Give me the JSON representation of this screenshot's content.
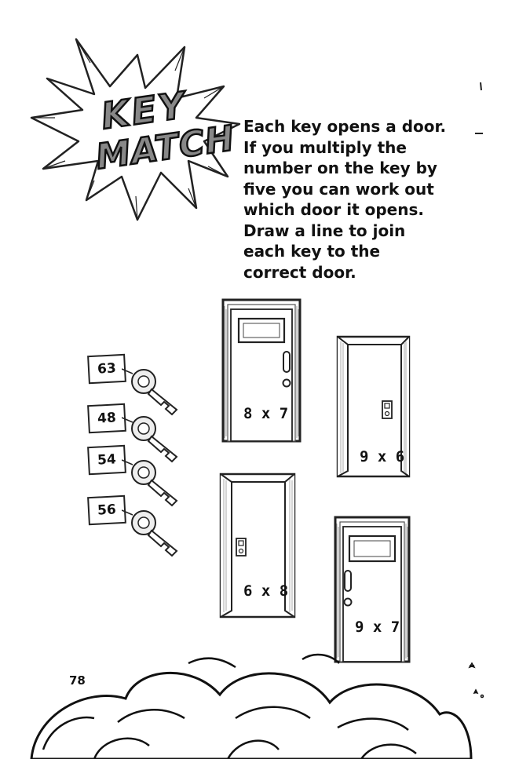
{
  "title": {
    "line1": "KEY",
    "line2": "MATCH"
  },
  "instructions": [
    "Each key opens a door.",
    "If you multiply the",
    "number on the key by",
    "five you can work out",
    "which door it opens.",
    "Draw a line to join",
    "each key to the",
    "correct door."
  ],
  "keys": [
    {
      "label": "63"
    },
    {
      "label": "48"
    },
    {
      "label": "54"
    },
    {
      "label": "56"
    }
  ],
  "doors": [
    {
      "label": "8 x 7"
    },
    {
      "label": "9 x 6"
    },
    {
      "label": "6 x 8"
    },
    {
      "label": "9 x 7"
    }
  ],
  "page_number": "78"
}
